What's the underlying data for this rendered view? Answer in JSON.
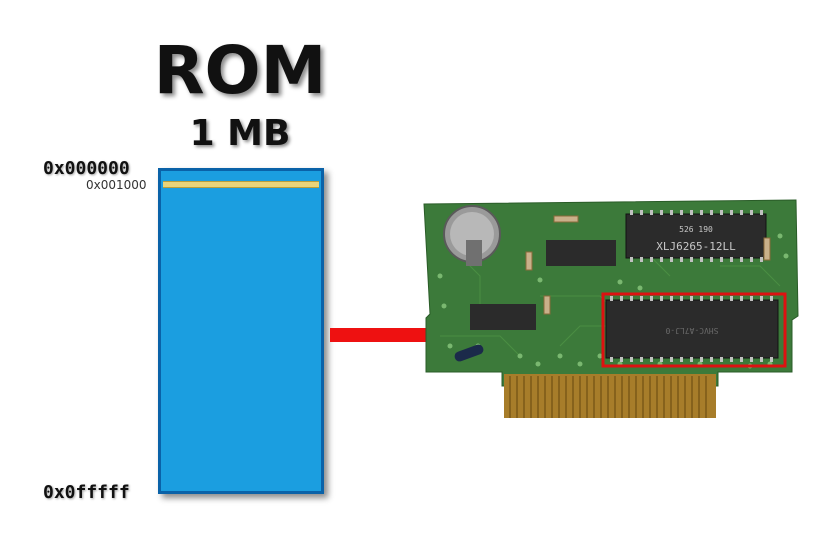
{
  "title": "ROM",
  "subtitle": "1 MB",
  "addresses": {
    "start": "0x000000",
    "marker": "0x001000",
    "end": "0x0fffff"
  },
  "chip_labels": {
    "rom_chip": "SHVC-A7LJ-0",
    "sram_chip": "XLJ6265-12LL",
    "sram_code": "526 190"
  },
  "colors": {
    "rom_fill": "#1b9ee0",
    "rom_border": "#0a62a8",
    "arrow": "#ee1111",
    "highlight": "#dd1111",
    "pcb": "#3c7a3a"
  }
}
